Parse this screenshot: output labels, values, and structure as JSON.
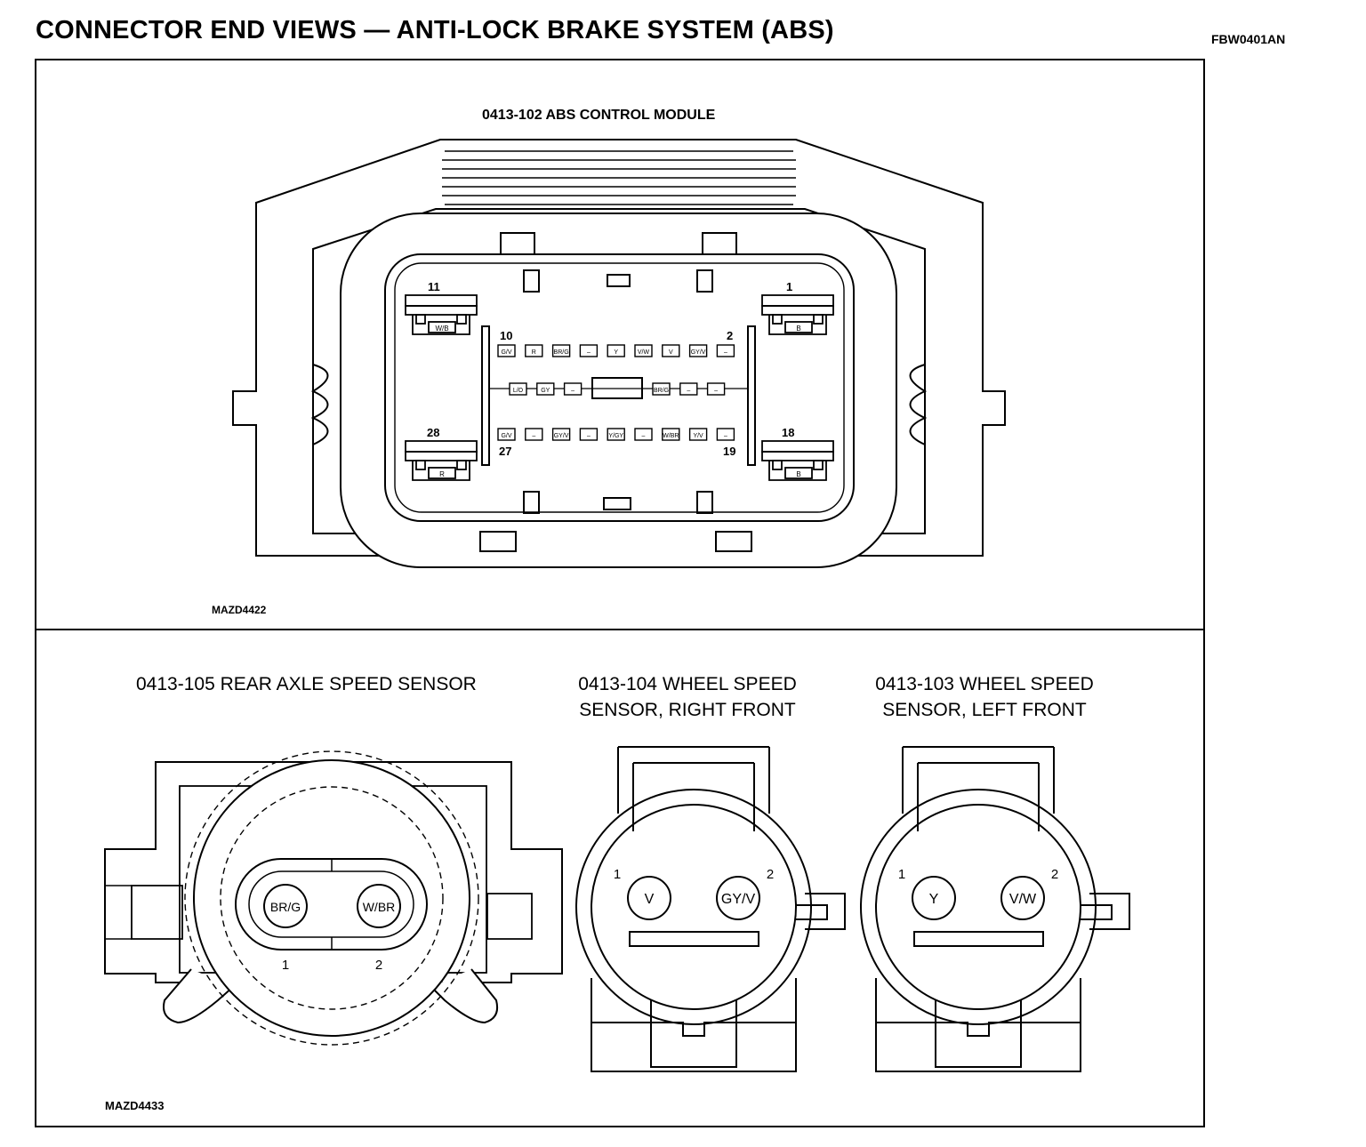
{
  "title": "CONNECTOR END VIEWS — ANTI-LOCK BRAKE SYSTEM (ABS)",
  "figure_code": "FBW0401AN",
  "abs_module": {
    "title": "0413-102 ABS CONTROL MODULE",
    "code": "MAZD4422",
    "pin_numbers": {
      "p11": "11",
      "p1": "1",
      "p10": "10",
      "p2": "2",
      "p28": "28",
      "p18": "18",
      "p27": "27",
      "p19": "19"
    },
    "row_top": [
      "G/V",
      "R",
      "BR/G",
      "–",
      "Y",
      "V/W",
      "V",
      "GY/V",
      "–"
    ],
    "row_mid_left": [
      "L/O",
      "GY",
      "–"
    ],
    "row_mid_right": [
      "BR/G",
      "–",
      "–"
    ],
    "row_bottom": [
      "G/V",
      "–",
      "GY/V",
      "–",
      "Y/GY",
      "–",
      "W/BR",
      "Y/V",
      "–"
    ],
    "big_pins": {
      "p11": "W/B",
      "p1": "B",
      "p28": "R",
      "p18": "B"
    }
  },
  "rear_axle": {
    "title": "0413-105 REAR AXLE SPEED SENSOR",
    "pins": [
      "BR/G",
      "W/BR"
    ],
    "pin_numbers": [
      "1",
      "2"
    ]
  },
  "right_front": {
    "title_line1": "0413-104 WHEEL SPEED",
    "title_line2": "SENSOR, RIGHT FRONT",
    "pins": [
      "V",
      "GY/V"
    ],
    "pin_numbers": [
      "1",
      "2"
    ]
  },
  "left_front": {
    "title_line1": "0413-103 WHEEL SPEED",
    "title_line2": "SENSOR, LEFT FRONT",
    "pins": [
      "Y",
      "V/W"
    ],
    "pin_numbers": [
      "1",
      "2"
    ]
  },
  "bottom_code": "MAZD4433"
}
